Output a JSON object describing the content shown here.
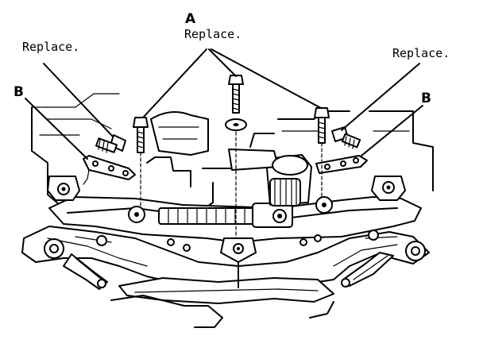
{
  "labels": {
    "callout_a": "A",
    "callout_b_left": "B",
    "callout_b_right": "B",
    "replace_top": "Replace.",
    "replace_left": "Replace.",
    "replace_right": "Replace."
  }
}
